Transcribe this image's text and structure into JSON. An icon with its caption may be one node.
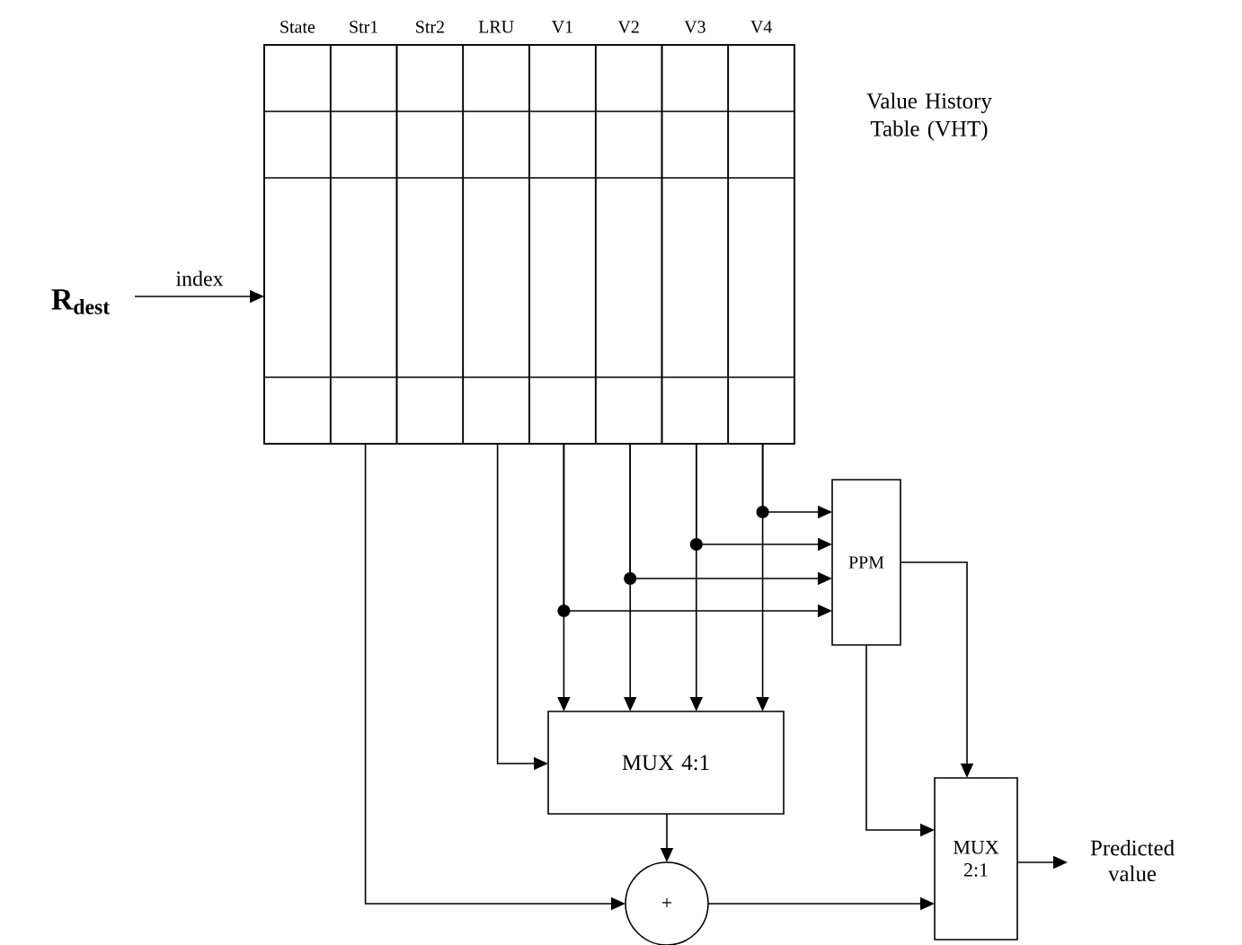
{
  "diagram": {
    "nodes": [
      {
        "text": [],
        "shape": "box",
        "beside": [
          "Value History Table (VHT)"
        ]
      },
      {
        "text": [
          "State"
        ],
        "in": 0
      },
      {
        "text": [
          "Str1"
        ],
        "in": 0
      },
      {
        "text": [
          "Str2"
        ],
        "in": 0
      },
      {
        "text": [
          "LRU"
        ],
        "in": 0
      },
      {
        "text": [
          "V1"
        ],
        "in": 0
      },
      {
        "text": [
          "V2"
        ],
        "in": 0
      },
      {
        "text": [
          "V3"
        ],
        "in": 0
      },
      {
        "text": [
          "V4"
        ],
        "in": 0
      },
      {
        "text": [
          "R$_{dest}$"
        ]
      },
      {
        "text": [
          "PPM"
        ]
      },
      {
        "text": [
          "MUX 4:1"
        ]
      },
      {
        "text": [
          "+"
        ]
      },
      {
        "text": [
          "MUX 2:1"
        ]
      },
      {
        "text": [
          "Predicted value"
        ]
      }
    ],
    "edges": [
      {
        "from": 9,
        "to": 0,
        "arrow": "to",
        "label": "index"
      },
      {
        "from": 2,
        "to": 12,
        "arrow": "to"
      },
      {
        "from": 4,
        "to": 11,
        "arrow": "to"
      },
      {
        "from": 5,
        "to": 11,
        "arrow": "to"
      },
      {
        "from": 6,
        "to": 11,
        "arrow": "to"
      },
      {
        "from": 7,
        "to": 11,
        "arrow": "to"
      },
      {
        "from": 8,
        "to": 11,
        "arrow": "to"
      },
      {
        "from": 8,
        "to": 10,
        "arrow": "to"
      },
      {
        "from": 7,
        "to": 10,
        "arrow": "to"
      },
      {
        "from": 6,
        "to": 10,
        "arrow": "to"
      },
      {
        "from": 5,
        "to": 10,
        "arrow": "to"
      },
      {
        "from": 10,
        "to": 13,
        "arrow": "to"
      },
      {
        "from": 10,
        "to": 13,
        "arrow": "to"
      },
      {
        "from": 11,
        "to": 12,
        "arrow": "to"
      },
      {
        "from": 12,
        "to": 13,
        "arrow": "to"
      },
      {
        "from": 13,
        "to": 14,
        "arrow": "to"
      }
    ]
  }
}
